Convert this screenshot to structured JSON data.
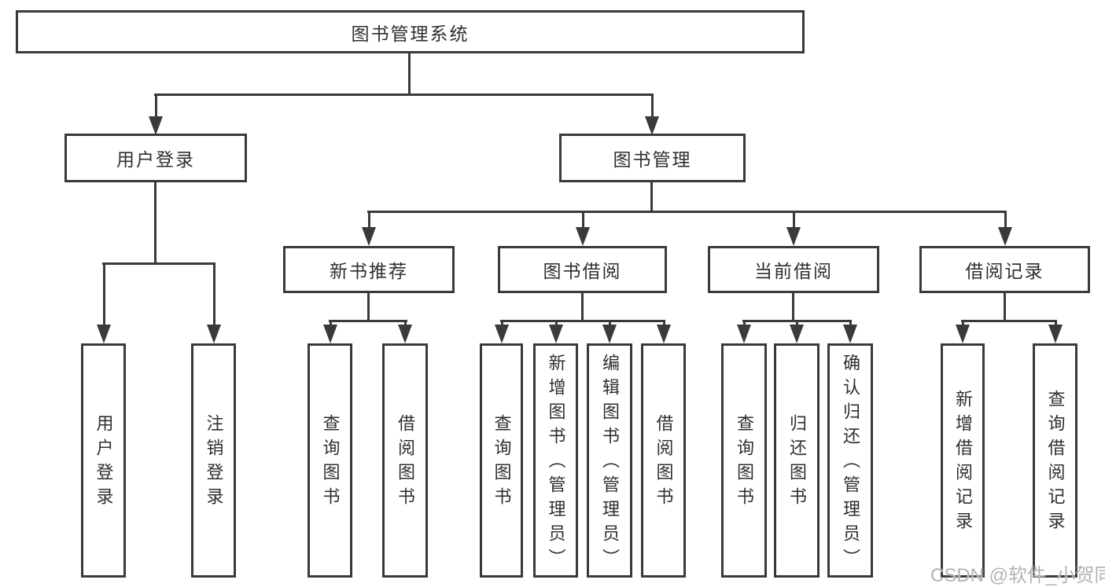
{
  "colors": {
    "line": "#3a3a3a",
    "text": "#2f2f2f",
    "watermark": "#b3b3b3",
    "background": "#ffffff"
  },
  "diagram": {
    "root": {
      "label": "图书管理系统"
    },
    "level2": {
      "user_login": {
        "label": "用户登录",
        "children": {
          "login": {
            "label": "用户登录"
          },
          "logout": {
            "label": "注销登录"
          }
        }
      },
      "book_management": {
        "label": "图书管理",
        "children": {
          "new_book_recommend": {
            "label": "新书推荐",
            "children": {
              "query_books": {
                "label": "查询图书"
              },
              "borrow_books": {
                "label": "借阅图书"
              }
            }
          },
          "book_borrowing": {
            "label": "图书借阅",
            "children": {
              "query_books": {
                "label": "查询图书"
              },
              "add_books_admin": {
                "label": "新增图书（管理员）"
              },
              "edit_books_admin": {
                "label": "编辑图书（管理员）"
              },
              "borrow_books": {
                "label": "借阅图书"
              }
            }
          },
          "current_borrowing": {
            "label": "当前借阅",
            "children": {
              "query_books": {
                "label": "查询图书"
              },
              "return_books": {
                "label": "归还图书"
              },
              "confirm_return_admin": {
                "label": "确认归还（管理员）"
              }
            }
          },
          "borrowing_records": {
            "label": "借阅记录",
            "children": {
              "add_record": {
                "label": "新增借阅记录"
              },
              "query_record": {
                "label": "查询借阅记录"
              }
            }
          }
        }
      }
    }
  },
  "watermark": {
    "text": "CSDN @软件_小贺同学"
  }
}
